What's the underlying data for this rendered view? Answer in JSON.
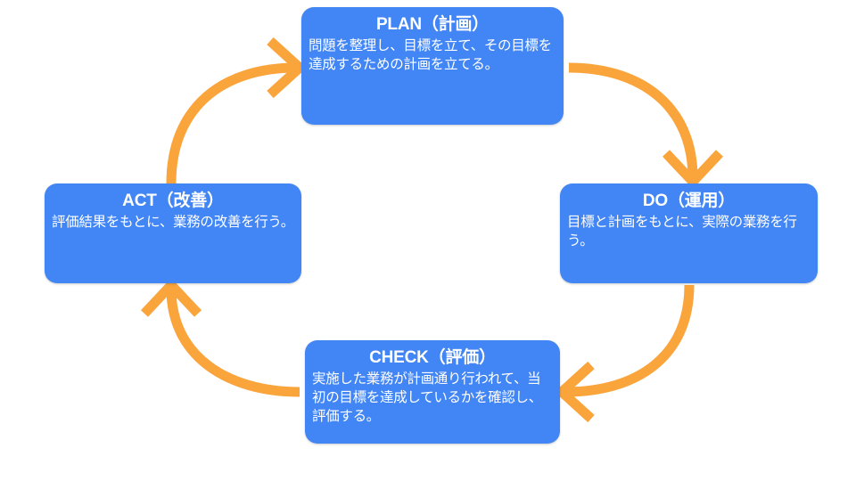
{
  "diagram": {
    "name": "PDCA cycle",
    "type": "cycle",
    "colors": {
      "node_fill": "#4285F4",
      "node_text": "#FFFFFF",
      "arrow": "#FAA43C",
      "background": "#FFFFFF"
    },
    "nodes": [
      {
        "id": "plan",
        "title": "PLAN（計画）",
        "body": "問題を整理し、目標を立て、その目標を達成するための計画を立てる。",
        "position": "top"
      },
      {
        "id": "do",
        "title": "DO（運用）",
        "body": "目標と計画をもとに、実際の業務を行う。",
        "position": "right"
      },
      {
        "id": "check",
        "title": "CHECK（評価）",
        "body": "実施した業務が計画通り行われて、当初の目標を達成しているかを確認し、評価する。",
        "position": "bottom"
      },
      {
        "id": "act",
        "title": "ACT（改善）",
        "body": "評価結果をもとに、業務の改善を行う。",
        "position": "left"
      }
    ],
    "arrows": [
      {
        "id": "act-to-plan",
        "from": "act",
        "to": "plan",
        "direction": "clockwise"
      },
      {
        "id": "plan-to-do",
        "from": "plan",
        "to": "do",
        "direction": "clockwise"
      },
      {
        "id": "do-to-check",
        "from": "do",
        "to": "check",
        "direction": "clockwise"
      },
      {
        "id": "check-to-act",
        "from": "check",
        "to": "act",
        "direction": "clockwise"
      }
    ]
  }
}
